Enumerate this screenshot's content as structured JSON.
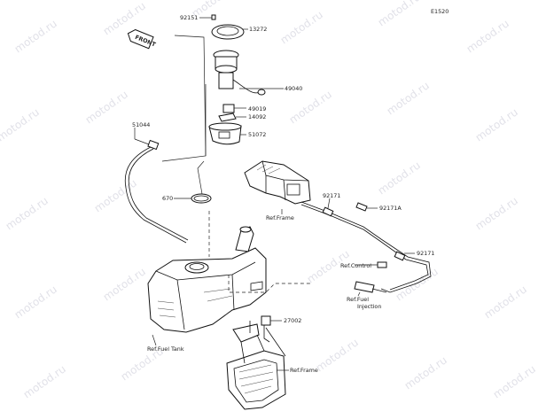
{
  "diagram": {
    "code": "E1520",
    "front_label": "FRONT",
    "watermark_text": "motod.ru",
    "callouts": [
      {
        "id": "92151",
        "text": "92151"
      },
      {
        "id": "13272",
        "text": "13272"
      },
      {
        "id": "49040",
        "text": "49040"
      },
      {
        "id": "49019",
        "text": "49019"
      },
      {
        "id": "14092",
        "text": "14092"
      },
      {
        "id": "51072",
        "text": "51072"
      },
      {
        "id": "51044",
        "text": "51044"
      },
      {
        "id": "670",
        "text": "670"
      },
      {
        "id": "92171a",
        "text": "92171"
      },
      {
        "id": "92171A",
        "text": "92171A"
      },
      {
        "id": "92171b",
        "text": "92171"
      },
      {
        "id": "27002",
        "text": "27002"
      }
    ],
    "refs": {
      "frame_top": "Ref.Frame",
      "control": "Ref.Control",
      "fuel_injection_1": "Ref.Fuel",
      "fuel_injection_2": "Injection",
      "fuel_tank": "Ref.Fuel Tank",
      "frame_bottom": "Ref.Frame"
    }
  }
}
